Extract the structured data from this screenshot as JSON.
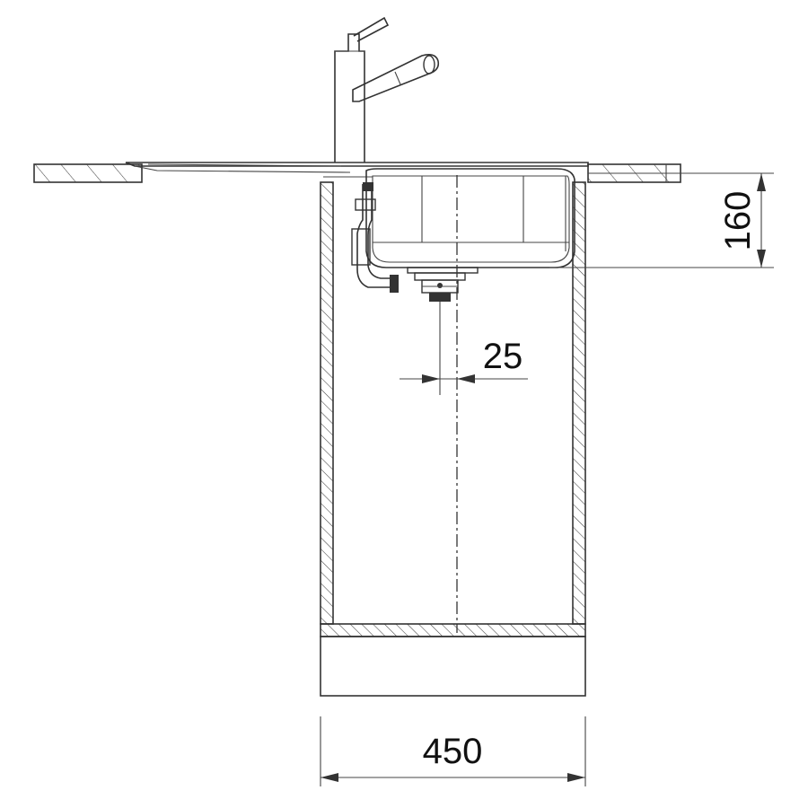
{
  "dimensions": {
    "depth": "160",
    "offset": "25",
    "width": "450"
  },
  "colors": {
    "line": "#333333",
    "background": "#ffffff"
  }
}
